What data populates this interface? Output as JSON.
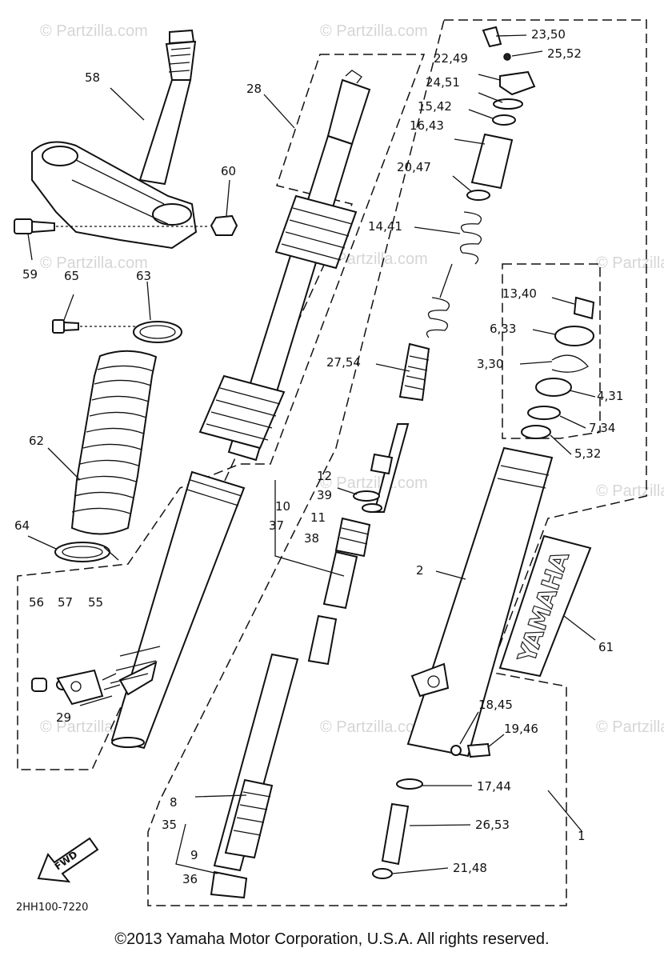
{
  "diagram": {
    "title": "",
    "code": "2HH100-7220",
    "fwd_label": "FWD",
    "brand_text": "YAMAHA",
    "watermark": "© Partzilla.com",
    "callouts": {
      "c58": "58",
      "c28": "28",
      "c60": "60",
      "c59": "59",
      "c65": "65",
      "c63": "63",
      "c62": "62",
      "c64": "64",
      "c56": "56",
      "c57": "57",
      "c55": "55",
      "c29": "29",
      "c23": "23,50",
      "c25": "25,52",
      "c22": "22,49",
      "c24": "24,51",
      "c15": "15,42",
      "c16": "16,43",
      "c20": "20,47",
      "c14": "14,41",
      "c13": "13,40",
      "c6": "6,33",
      "c3": "3,30",
      "c4": "4,31",
      "c7": "7,34",
      "c5": "5,32",
      "c27": "27,54",
      "c12": "12",
      "c39": "39",
      "c10": "10",
      "c37": "37",
      "c11": "11",
      "c38": "38",
      "c2": "2",
      "c61": "61",
      "c18": "18,45",
      "c19": "19,46",
      "c17": "17,44",
      "c26": "26,53",
      "c1": "1",
      "c8": "8",
      "c35": "35",
      "c9": "9",
      "c36": "36",
      "c21": "21,48"
    },
    "icons": {
      "fwd_arrow": "fwd-arrow-icon"
    }
  },
  "footer": {
    "copyright": "©2013 Yamaha Motor Corporation, U.S.A. All rights reserved."
  }
}
